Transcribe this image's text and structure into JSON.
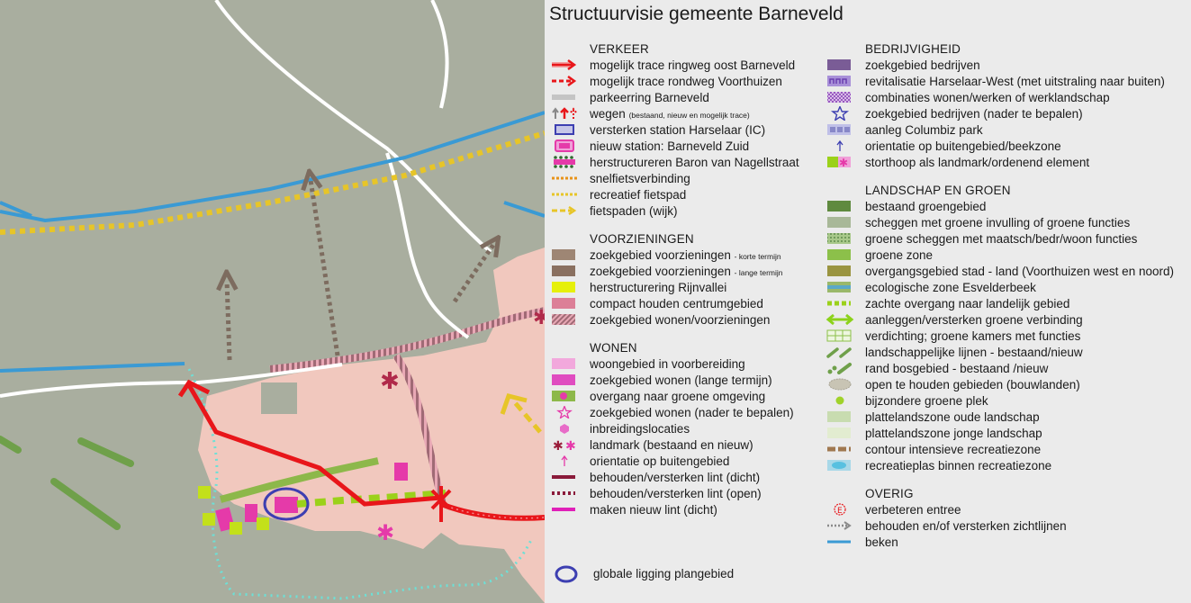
{
  "title": "Structuurvisie gemeente Barneveld",
  "colors": {
    "map_background": "#a9ae9f",
    "urban_area": "#f1c8be",
    "beek_blue": "#3a9ad4",
    "ringweg_red": "#e8161a",
    "recreational_path": "#e7c528",
    "green_link": "#9bd11a",
    "magenta": "#e53aa9",
    "plan_outline": "#3d3fb1"
  },
  "legend": {
    "verkeer": {
      "title": "VERKEER",
      "items": [
        {
          "label": "mogelijk trace ringweg oost Barneveld",
          "icon": "red-arrow-band-icon"
        },
        {
          "label": "mogelijk trace rondweg Voorthuizen",
          "icon": "red-dashed-arrow-icon"
        },
        {
          "label": "parkeerring Barneveld",
          "icon": "grey-band-icon"
        },
        {
          "label": "wegen",
          "note": "(bestaand, nieuw en mogelijk trace)",
          "icon": "road-arrows-icon"
        },
        {
          "label": "versterken station Harselaar (IC)",
          "icon": "station-outline-icon"
        },
        {
          "label": "nieuw station: Barneveld Zuid",
          "icon": "new-station-icon"
        },
        {
          "label": "herstructureren Baron van Nagellstraat",
          "icon": "street-restructure-icon"
        },
        {
          "label": "snelfietsverbinding",
          "icon": "orange-dotted-line-icon"
        },
        {
          "label": "recreatief fietspad",
          "icon": "yellow-dotted-line-icon"
        },
        {
          "label": "fietspaden (wijk)",
          "icon": "yellow-dashed-arrow-icon"
        }
      ]
    },
    "voorzieningen": {
      "title": "VOORZIENINGEN",
      "items": [
        {
          "label": "zoekgebied voorzieningen",
          "note": "- korte termijn",
          "icon": "brown-square-icon"
        },
        {
          "label": "zoekgebied voorzieningen",
          "note": "- lange termijn",
          "icon": "dark-brown-square-icon"
        },
        {
          "label": "herstructurering Rijnvallei",
          "icon": "lime-square-icon"
        },
        {
          "label": "compact houden centrumgebied",
          "icon": "pink-square-icon"
        },
        {
          "label": "zoekgebied wonen/voorzieningen",
          "icon": "hatched-rose-square-icon"
        }
      ]
    },
    "wonen": {
      "title": "WONEN",
      "items": [
        {
          "label": "woongebied in voorbereiding",
          "icon": "light-magenta-square-icon"
        },
        {
          "label": "zoekgebied wonen (lange termijn)",
          "icon": "magenta-square-icon"
        },
        {
          "label": "overgang naar groene omgeving",
          "icon": "green-magenta-icon"
        },
        {
          "label": "zoekgebied wonen (nader te bepalen)",
          "icon": "magenta-star-icon"
        },
        {
          "label": "inbreidingslocaties",
          "icon": "magenta-hexagon-icon"
        },
        {
          "label": "landmark (bestaand en nieuw)",
          "icon": "landmark-stars-icon"
        },
        {
          "label": "orientatie op buitengebied",
          "icon": "magenta-arrow-up-icon"
        },
        {
          "label": "behouden/versterken lint (dicht)",
          "icon": "maroon-line-icon"
        },
        {
          "label": "behouden/versterken lint (open)",
          "icon": "maroon-dotted-line-icon"
        },
        {
          "label": "maken nieuw lint (dicht)",
          "icon": "magenta-line-icon"
        }
      ]
    },
    "bedrijvigheid": {
      "title": "BEDRIJVIGHEID",
      "items": [
        {
          "label": "zoekgebied bedrijven",
          "icon": "purple-square-icon"
        },
        {
          "label": "revitalisatie Harselaar-West (met uitstraling naar buiten)",
          "icon": "purple-pattern-icon"
        },
        {
          "label": "combinaties wonen/werken of werklandschap",
          "icon": "purple-hatched-icon"
        },
        {
          "label": "zoekgebied bedrijven (nader te bepalen)",
          "icon": "blue-star-icon"
        },
        {
          "label": "aanleg Columbiz park",
          "icon": "lilac-blocks-icon"
        },
        {
          "label": "orientatie op buitengebied/beekzone",
          "icon": "blue-arrow-up-icon"
        },
        {
          "label": "storthoop als landmark/ordenend element",
          "icon": "storthoop-icon"
        }
      ]
    },
    "landschap": {
      "title": "LANDSCHAP EN GROEN",
      "items": [
        {
          "label": "bestaand groengebied",
          "icon": "dark-green-square-icon"
        },
        {
          "label": "scheggen met groene invulling of groene functies",
          "icon": "grey-green-square-icon"
        },
        {
          "label": "groene scheggen met maatsch/bedr/woon functies",
          "icon": "dotted-green-square-icon"
        },
        {
          "label": "groene zone",
          "icon": "green-square-icon"
        },
        {
          "label": "overgangsgebied stad - land (Voorthuizen west en noord)",
          "icon": "olive-square-icon"
        },
        {
          "label": "ecologische zone Esvelderbeek",
          "icon": "eco-zone-icon"
        },
        {
          "label": "zachte overgang naar landelijk gebied",
          "icon": "lime-dashed-line-icon"
        },
        {
          "label": "aanleggen/versterken groene verbinding",
          "icon": "green-double-arrow-icon"
        },
        {
          "label": "verdichting; groene kamers met functies",
          "icon": "green-grid-icon"
        },
        {
          "label": "landschappelijke lijnen - bestaand/nieuw",
          "icon": "green-slashes-icon"
        },
        {
          "label": "rand bosgebied - bestaand /nieuw",
          "icon": "green-dots-slashes-icon"
        },
        {
          "label": "open te houden gebieden (bouwlanden)",
          "icon": "grey-ellipse-icon"
        },
        {
          "label": "bijzondere groene plek",
          "icon": "green-dot-icon"
        },
        {
          "label": "plattelandszone oude landschap",
          "icon": "pale-green-square-icon"
        },
        {
          "label": "plattelandszone jonge landschap",
          "icon": "very-pale-green-square-icon"
        },
        {
          "label": "contour intensieve recreatiezone",
          "icon": "brown-dashed-line-icon"
        },
        {
          "label": "recreatieplas binnen recreatiezone",
          "icon": "cyan-blur-square-icon"
        }
      ]
    },
    "overig": {
      "title": "OVERIG",
      "items": [
        {
          "label": "verbeteren entree",
          "icon": "entree-circle-icon"
        },
        {
          "label": "behouden en/of versterken zichtlijnen",
          "icon": "grey-dotted-arrow-icon"
        },
        {
          "label": "beken",
          "icon": "blue-line-icon"
        }
      ]
    },
    "plangebied": {
      "label": "globale ligging plangebied",
      "icon": "blue-ellipse-icon"
    }
  }
}
